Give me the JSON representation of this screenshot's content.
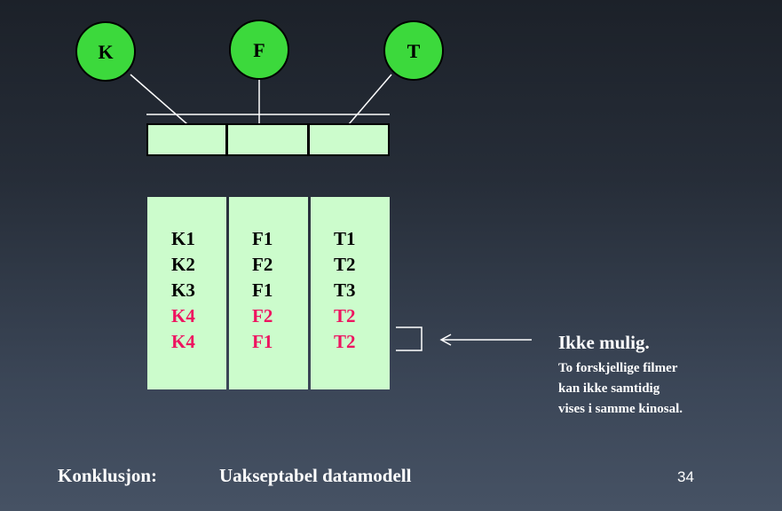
{
  "colors": {
    "node_fill": "#3cd93c",
    "node_stroke": "#000000",
    "cell_fill": "#ccfccc",
    "text_normal": "#000000",
    "text_conflict": "#ee1460",
    "line": "#ffffff"
  },
  "nodes": [
    {
      "label": "K"
    },
    {
      "label": "F"
    },
    {
      "label": "T"
    }
  ],
  "table": {
    "columns": [
      [
        "K1",
        "K2",
        "K3",
        "K4",
        "K4"
      ],
      [
        "F1",
        "F2",
        "F1",
        "F2",
        "F1"
      ],
      [
        "T1",
        "T2",
        "T3",
        "T2",
        "T2"
      ]
    ],
    "conflict_rows": [
      3,
      4
    ]
  },
  "note": {
    "title": "Ikke mulig.",
    "lines": [
      "To forskjellige filmer",
      "kan ikke samtidig",
      "vises i samme kinosal."
    ]
  },
  "footer": {
    "label": "Konklusjon:",
    "text": "Uakseptabel datamodell",
    "page_number": "34"
  }
}
